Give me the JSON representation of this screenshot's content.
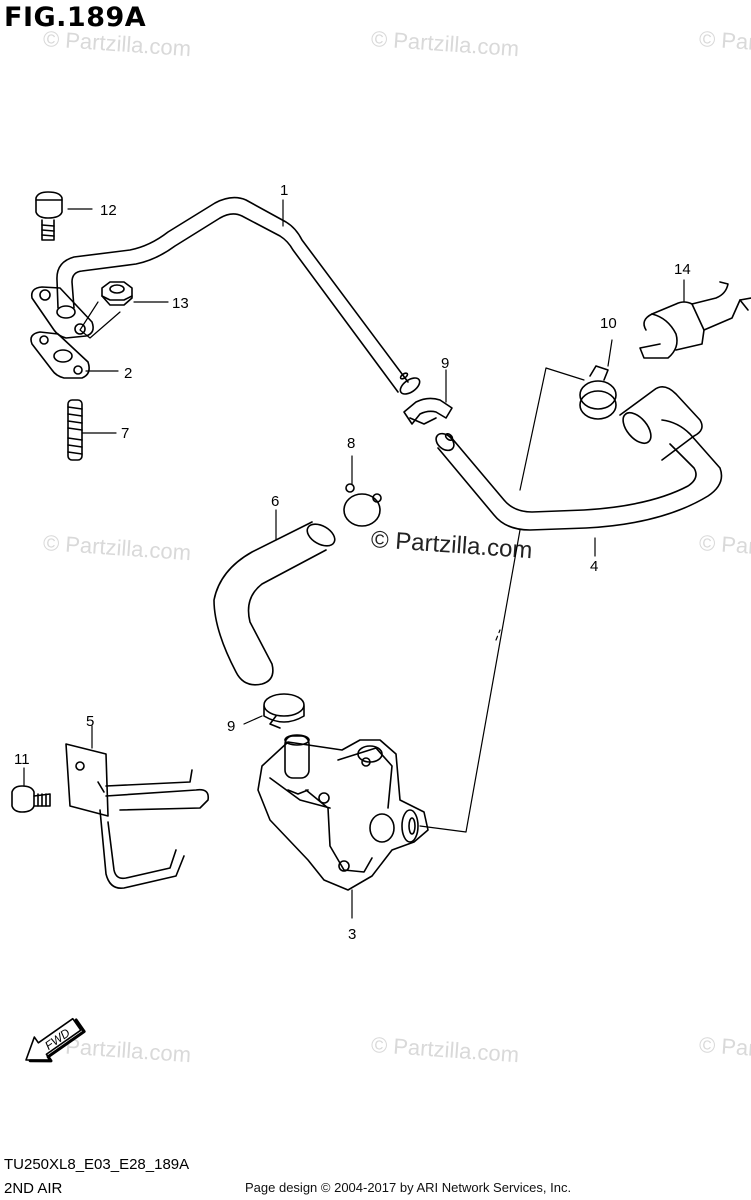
{
  "figure": {
    "title": "FIG.189A",
    "code": "TU250XL8_E03_E28_189A",
    "name": "2ND AIR"
  },
  "watermark": {
    "text": "© Partzilla.com",
    "main_text": "© Partzilla.com"
  },
  "footer": {
    "copyright": "Page design © 2004-2017 by ARI Network Services, Inc."
  },
  "fwd_label": "FWD",
  "callouts": [
    {
      "id": "c1",
      "label": "1"
    },
    {
      "id": "c2",
      "label": "2"
    },
    {
      "id": "c3",
      "label": "3"
    },
    {
      "id": "c4",
      "label": "4"
    },
    {
      "id": "c5",
      "label": "5"
    },
    {
      "id": "c6",
      "label": "6"
    },
    {
      "id": "c7",
      "label": "7"
    },
    {
      "id": "c8",
      "label": "8"
    },
    {
      "id": "c9a",
      "label": "9"
    },
    {
      "id": "c9b",
      "label": "9"
    },
    {
      "id": "c10",
      "label": "10"
    },
    {
      "id": "c11",
      "label": "11"
    },
    {
      "id": "c12",
      "label": "12"
    },
    {
      "id": "c13",
      "label": "13"
    },
    {
      "id": "c14",
      "label": "14"
    }
  ]
}
